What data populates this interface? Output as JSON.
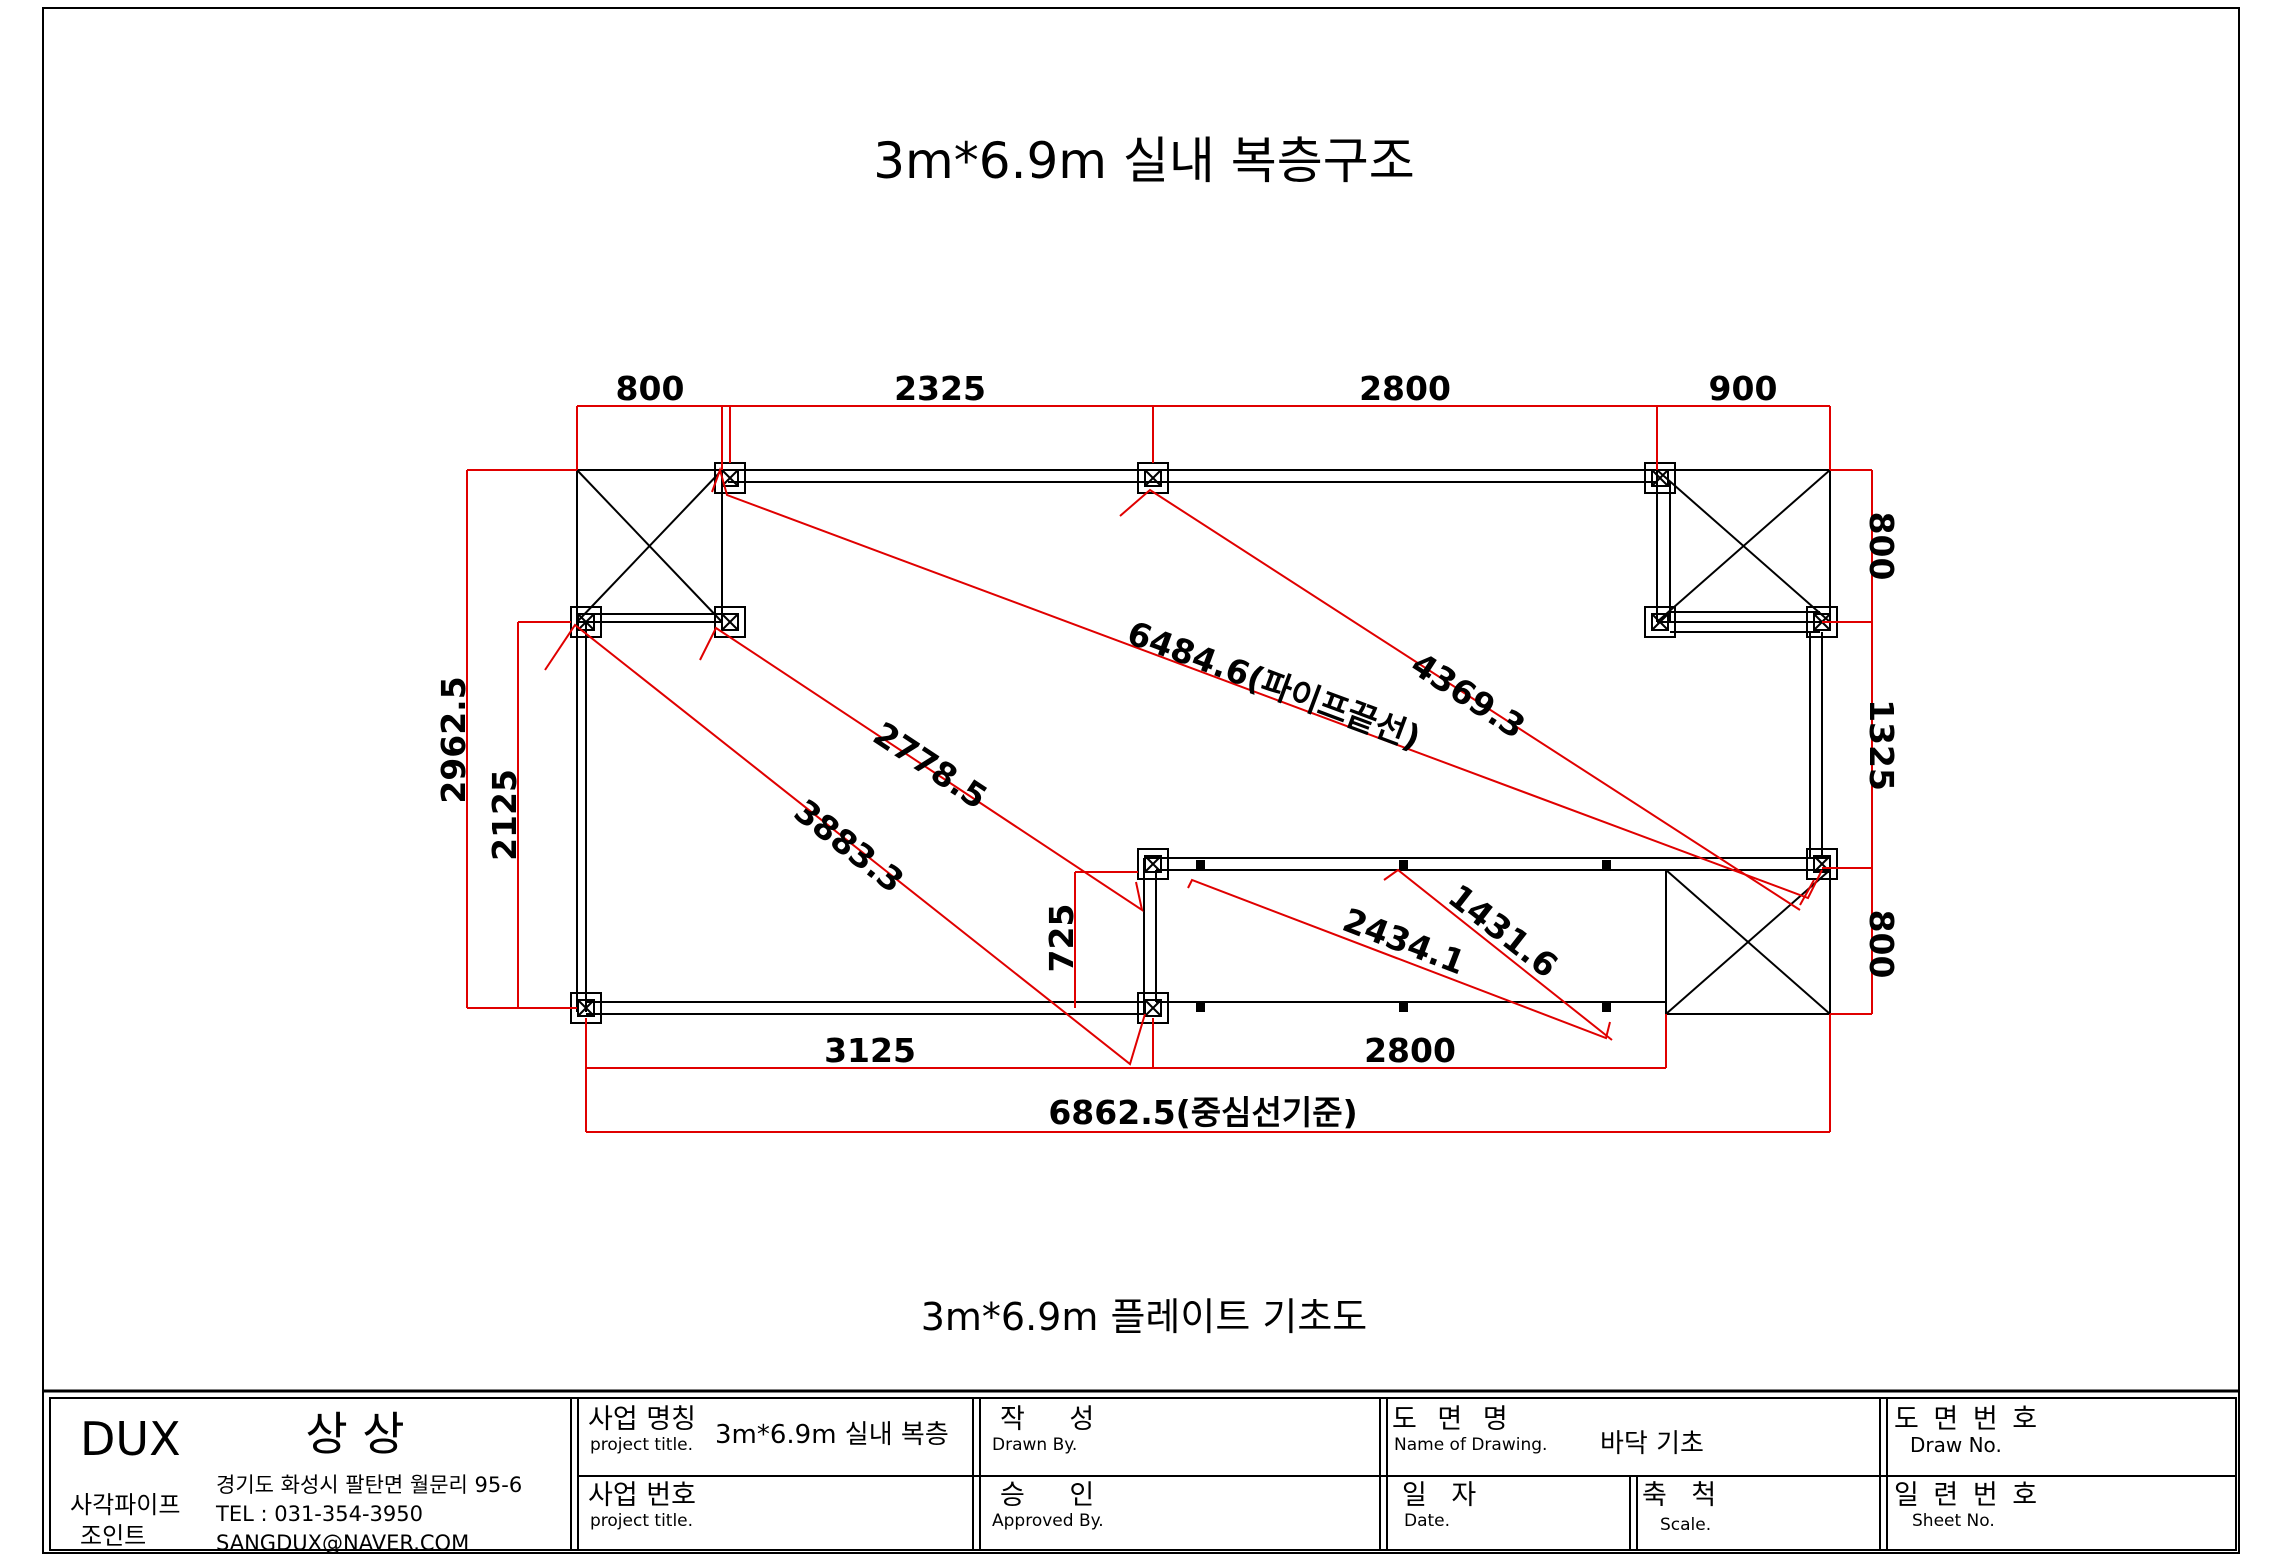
{
  "drawing": {
    "title": "3m*6.9m 실내 복층구조",
    "subtitle": "3m*6.9m 플레이트 기초도",
    "dimensions": {
      "top_1": "800",
      "top_2": "2325",
      "top_3": "2800",
      "top_4": "900",
      "right_1": "800",
      "right_2": "1325",
      "right_3": "800",
      "left_outer": "2962.5",
      "left_inner": "2125",
      "inner_vertical": "725",
      "bottom_1": "3125",
      "bottom_2": "2800",
      "bottom_total": "6862.5(중심선기준)",
      "diag_long": "6484.6(파이프끝선)",
      "diag_4369": "4369.3",
      "diag_2778": "2778.5",
      "diag_3883": "3883.3",
      "diag_2434": "2434.1",
      "diag_1431": "1431.6"
    }
  },
  "title_block": {
    "company_brand": "DUX",
    "company_name": "상 상",
    "company_type_line1": "사각파이프",
    "company_type_line2": "조인트",
    "address": "경기도 화성시 팔탄면 월문리 95-6",
    "tel": "TEL : 031-354-3950",
    "email": "SANGDUX@NAVER.COM",
    "project_title_kr": "사업 명칭",
    "project_title_en": "project title.",
    "project_title_value": "3m*6.9m 실내 복층",
    "project_no_kr": "사업 번호",
    "project_no_en": "project title.",
    "drawn_kr": "작 성",
    "drawn_en": "Drawn By.",
    "approved_kr": "승 인",
    "approved_en": "Approved By.",
    "drawing_name_kr": "도 면 명",
    "drawing_name_en": "Name of Drawing.",
    "drawing_name_value": "바닥 기초",
    "date_kr": "일 자",
    "date_en": "Date.",
    "scale_kr": "축 척",
    "scale_en": "Scale.",
    "draw_no_kr": "도 면 번 호",
    "draw_no_en": "Draw No.",
    "sheet_no_kr": "일 련 번 호",
    "sheet_no_en": "Sheet No."
  }
}
